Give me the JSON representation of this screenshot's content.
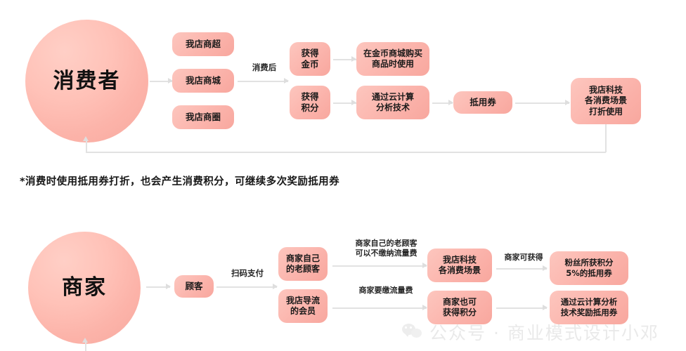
{
  "diagram": {
    "title_top_actor": "消费者",
    "title_bottom_actor": "商家",
    "footnote": "*消费时使用抵用券打折，也会产生消费积分，可继续多次奖励抵用券"
  },
  "top_flow": {
    "actor": "消费者",
    "channels": [
      {
        "label": "我店商超"
      },
      {
        "label": "我店商城"
      },
      {
        "label": "我店商圈"
      }
    ],
    "edge_after_consume": "消费后",
    "rewards": [
      {
        "label": "获得\n金币"
      },
      {
        "label": "获得\n积分"
      }
    ],
    "uses": [
      {
        "label": "在金币商城购买\n商品时使用"
      },
      {
        "label": "通过云计算\n分析技术"
      }
    ],
    "voucher": {
      "label": "抵用券"
    },
    "final": {
      "label": "我店科技\n各消费场景\n打折使用"
    }
  },
  "bottom_flow": {
    "actor": "商家",
    "customer": {
      "label": "顾客"
    },
    "edge_scan_pay": "扫码支付",
    "customer_types": [
      {
        "label": "商家自己\n的老顾客"
      },
      {
        "label": "我店导流\n的会员"
      }
    ],
    "fee_labels": [
      "商家自己的老顾客\n可以不缴纳流量费",
      "商家要缴流量费"
    ],
    "scenes": [
      {
        "label": "我店科技\n各消费场景"
      },
      {
        "label": "商家也可\n获得积分"
      }
    ],
    "edge_merchant_gets": "商家可获得",
    "outcomes": [
      {
        "label": "粉丝所获积分\n5%的抵用券"
      },
      {
        "label": "通过云计算分析\n技术奖励抵用券"
      }
    ]
  },
  "watermark": {
    "text": "公众号 · 商业模式设计小邓",
    "icon": "wechat-icon"
  },
  "colors": {
    "node_light": "#fdc6be",
    "node_deep": "#f8a79e",
    "circle_light": "#ffcfc6",
    "circle_deep": "#f7a99f",
    "line": "#e2e2e2",
    "text": "#1a1a1a",
    "background": "#ffffff"
  }
}
